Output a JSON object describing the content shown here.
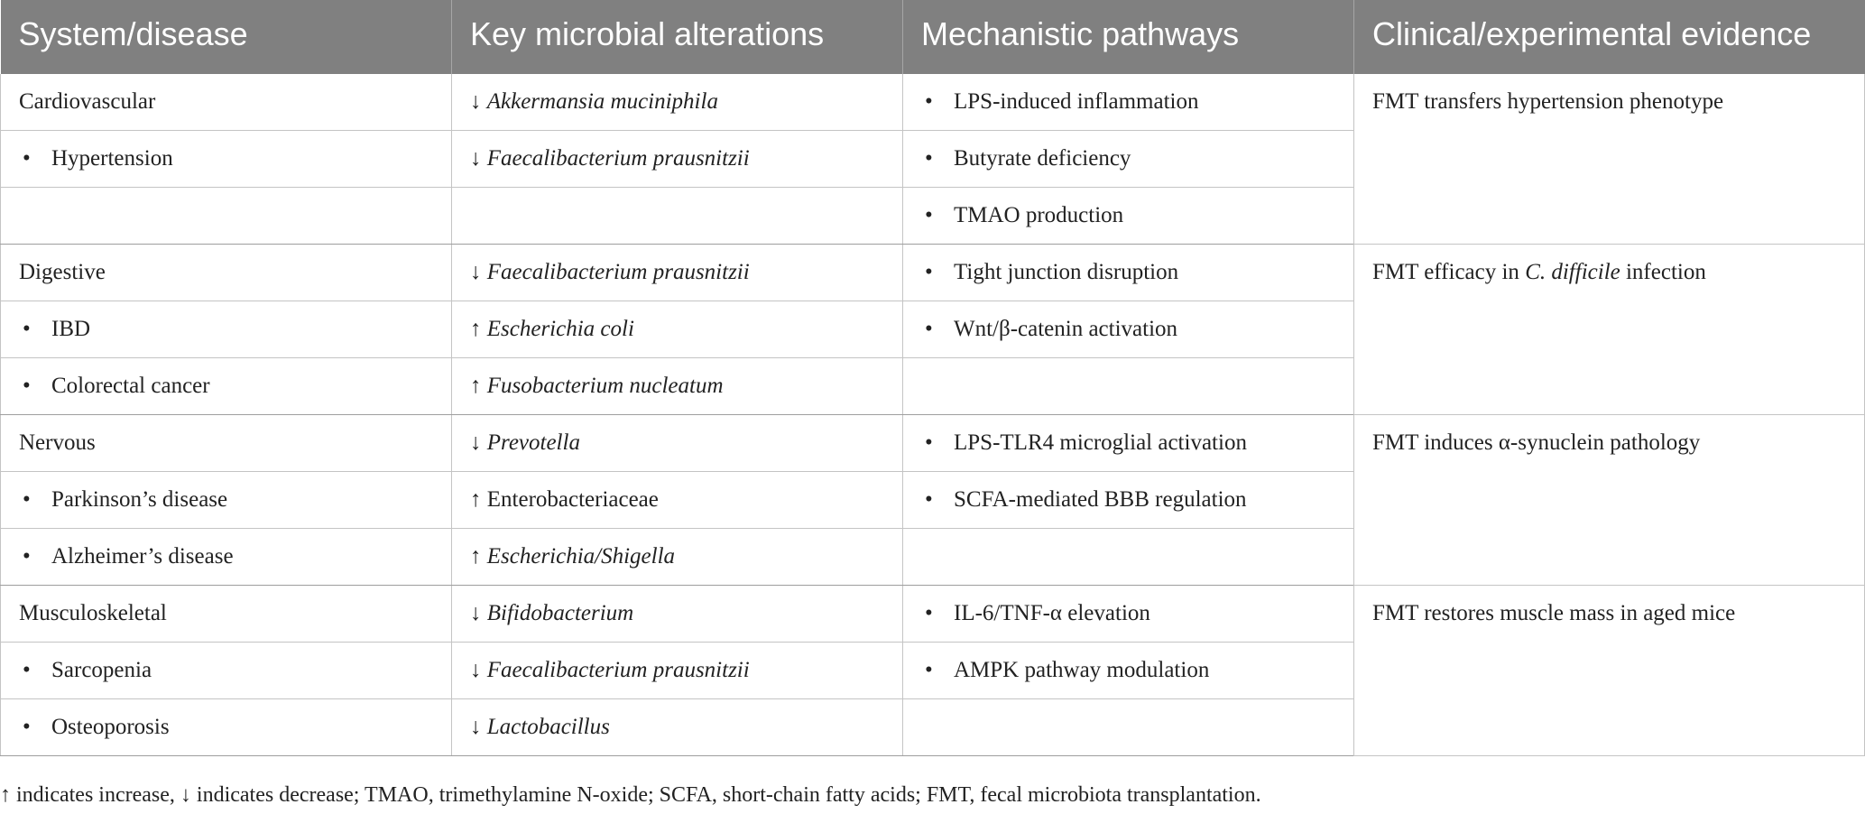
{
  "headers": [
    "System/disease",
    "Key microbial alterations",
    "Mechanistic pathways",
    "Clinical/experimental evidence"
  ],
  "groups": [
    {
      "system": "Cardiovascular",
      "diseases": [
        "Hypertension"
      ],
      "alterations": [
        {
          "arrow": "↓",
          "taxon": "Akkermansia muciniphila",
          "italic": true
        },
        {
          "arrow": "↓",
          "taxon": "Faecalibacterium prausnitzii",
          "italic": true
        }
      ],
      "pathways": [
        "LPS-induced inflammation",
        "Butyrate deficiency",
        "TMAO production"
      ],
      "evidence": {
        "pre": "FMT transfers hypertension phenotype",
        "italic": "",
        "post": ""
      }
    },
    {
      "system": "Digestive",
      "diseases": [
        "IBD",
        "Colorectal cancer"
      ],
      "alterations": [
        {
          "arrow": "↓",
          "taxon": "Faecalibacterium prausnitzii",
          "italic": true
        },
        {
          "arrow": "↑",
          "taxon": "Escherichia coli",
          "italic": true
        },
        {
          "arrow": "↑",
          "taxon": "Fusobacterium nucleatum",
          "italic": true
        }
      ],
      "pathways": [
        "Tight junction disruption",
        "Wnt/β-catenin activation"
      ],
      "evidence": {
        "pre": "FMT efficacy in ",
        "italic": "C. difficile",
        "post": " infection"
      }
    },
    {
      "system": "Nervous",
      "diseases": [
        "Parkinson’s disease",
        "Alzheimer’s disease"
      ],
      "alterations": [
        {
          "arrow": "↓",
          "taxon": "Prevotella",
          "italic": true
        },
        {
          "arrow": "↑",
          "taxon": "Enterobacteriaceae",
          "italic": false
        },
        {
          "arrow": "↑",
          "taxon": "Escherichia/Shigella",
          "italic": true
        }
      ],
      "pathways": [
        "LPS-TLR4 microglial activation",
        "SCFA-mediated BBB regulation"
      ],
      "evidence": {
        "pre": "FMT induces α-synuclein pathology",
        "italic": "",
        "post": ""
      }
    },
    {
      "system": "Musculoskeletal",
      "diseases": [
        "Sarcopenia",
        "Osteoporosis"
      ],
      "alterations": [
        {
          "arrow": "↓",
          "taxon": "Bifidobacterium",
          "italic": true
        },
        {
          "arrow": "↓",
          "taxon": "Faecalibacterium prausnitzii",
          "italic": true
        },
        {
          "arrow": "↓",
          "taxon": "Lactobacillus",
          "italic": true
        }
      ],
      "pathways": [
        "IL-6/TNF-α elevation",
        "AMPK pathway modulation"
      ],
      "evidence": {
        "pre": "FMT restores muscle mass in aged mice",
        "italic": "",
        "post": ""
      }
    }
  ],
  "footnote": "↑ indicates increase, ↓ indicates decrease; TMAO, trimethylamine N-oxide; SCFA, short-chain fatty acids; FMT, fecal microbiota transplantation."
}
